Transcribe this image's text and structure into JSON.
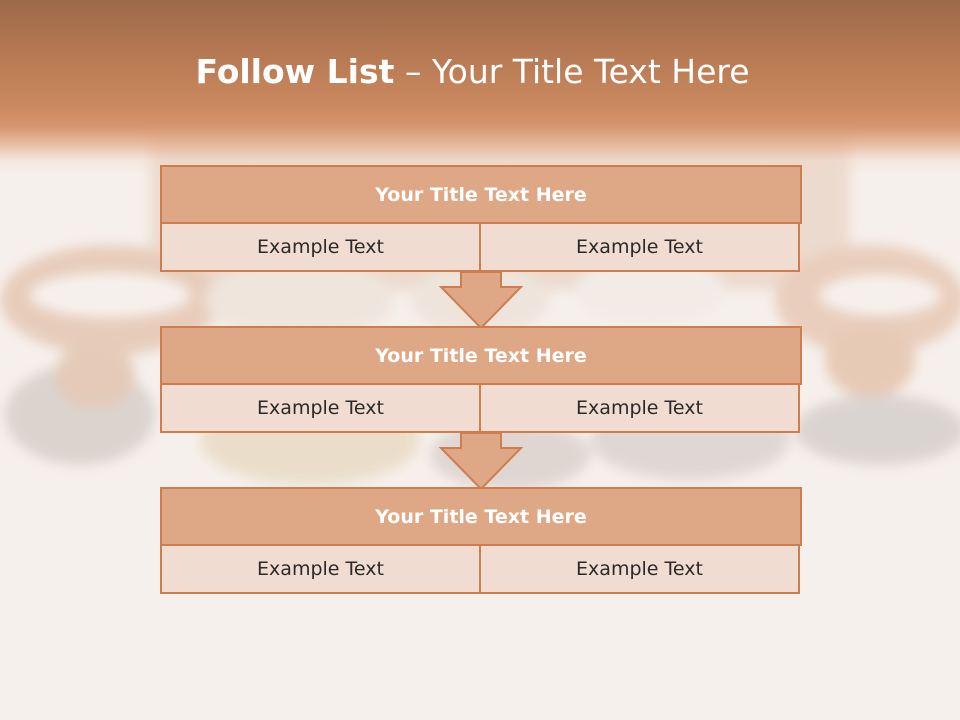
{
  "title": {
    "bold": "Follow List",
    "rest": " – Your Title Text Here"
  },
  "steps": [
    {
      "header": "Your Title Text Here",
      "left": "Example Text",
      "right": "Example Text"
    },
    {
      "header": "Your Title Text Here",
      "left": "Example Text",
      "right": "Example Text"
    },
    {
      "header": "Your Title Text Here",
      "left": "Example Text",
      "right": "Example Text"
    }
  ],
  "colors": {
    "header_band": "#c98a5f",
    "block_head": "#dea886",
    "block_border": "#cf7d4e",
    "block_cell": "#f1dcd1"
  }
}
